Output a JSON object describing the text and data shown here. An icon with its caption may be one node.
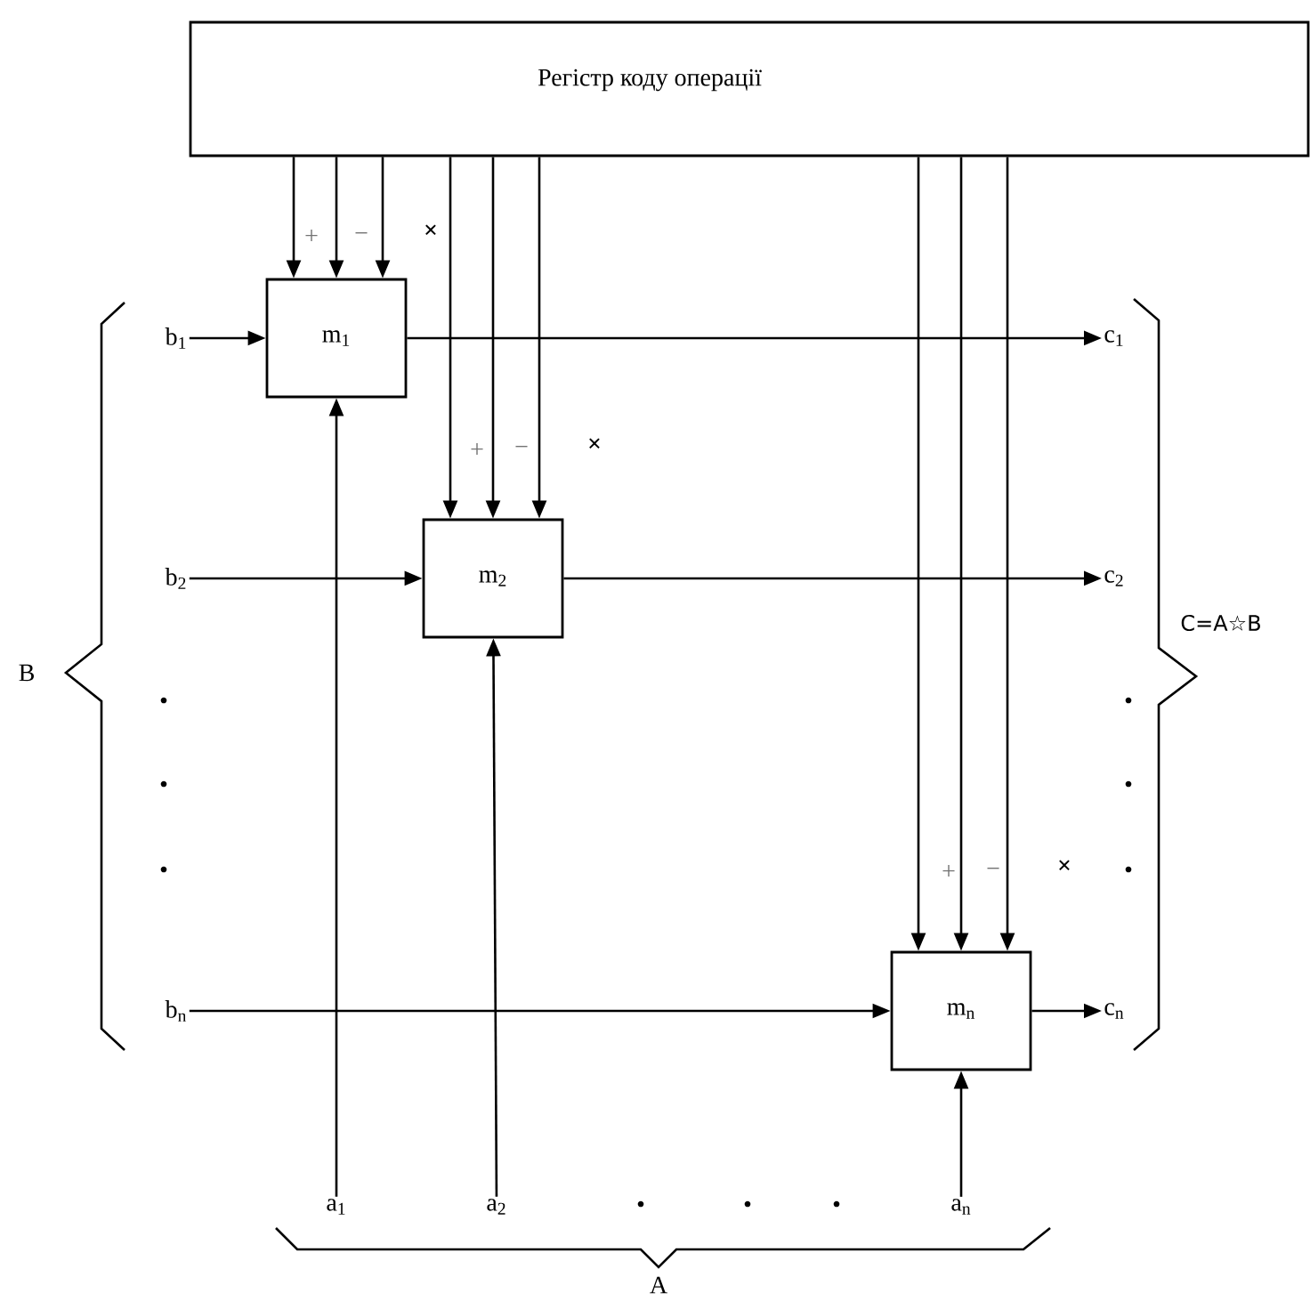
{
  "diagram": {
    "nodes": [
      {
        "text": [
          "Регістр коду операції"
        ]
      },
      {
        "text": [
          "m$_{1}$"
        ]
      },
      {
        "text": [
          "m$_{2}$"
        ]
      },
      {
        "text": [
          "m$_{n}$"
        ]
      },
      {
        "text": [
          "b$_{1}$"
        ]
      },
      {
        "text": [
          "b$_{2}$"
        ]
      },
      {
        "text": [
          "b$_{n}$"
        ]
      },
      {
        "text": [
          "c$_{1}$"
        ]
      },
      {
        "text": [
          "c$_{2}$"
        ]
      },
      {
        "text": [
          "c$_{n}$"
        ]
      },
      {
        "text": [
          "a$_{1}$"
        ]
      },
      {
        "text": [
          "a$_{2}$"
        ]
      },
      {
        "text": [
          "a$_{n}$"
        ]
      }
    ],
    "edges": [
      {
        "from": 0,
        "to": 1,
        "arrow": "to"
      },
      {
        "from": 0,
        "to": 1,
        "arrow": "to"
      },
      {
        "from": 0,
        "to": 1,
        "arrow": "to"
      },
      {
        "from": 0,
        "to": 2,
        "arrow": "to"
      },
      {
        "from": 0,
        "to": 2,
        "arrow": "to"
      },
      {
        "from": 0,
        "to": 2,
        "arrow": "to"
      },
      {
        "from": 0,
        "to": 3,
        "arrow": "to"
      },
      {
        "from": 0,
        "to": 3,
        "arrow": "to"
      },
      {
        "from": 0,
        "to": 3,
        "arrow": "to"
      },
      {
        "from": 4,
        "to": 1,
        "arrow": "to"
      },
      {
        "from": 5,
        "to": 2,
        "arrow": "to"
      },
      {
        "from": 6,
        "to": 3,
        "arrow": "to"
      },
      {
        "from": 1,
        "to": 7,
        "arrow": "to"
      },
      {
        "from": 2,
        "to": 8,
        "arrow": "to"
      },
      {
        "from": 3,
        "to": 9,
        "arrow": "to"
      },
      {
        "from": 10,
        "to": 1,
        "arrow": "to"
      },
      {
        "from": 11,
        "to": 2,
        "arrow": "to"
      },
      {
        "from": 12,
        "to": 3,
        "arrow": "to"
      }
    ],
    "labels": [
      "+",
      "−",
      "×",
      "+",
      "−",
      "×",
      "B",
      "C=A☆B",
      "•",
      "•",
      "•",
      "•",
      "+",
      "−",
      "×",
      "•",
      "•",
      "•",
      "•",
      "•",
      "A"
    ]
  }
}
